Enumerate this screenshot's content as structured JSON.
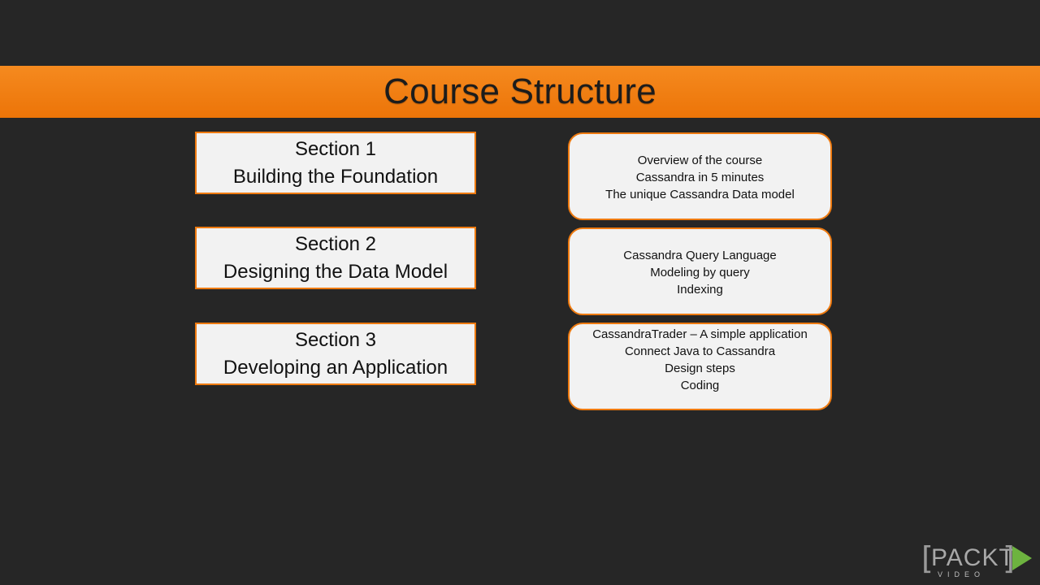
{
  "slide": {
    "title": "Course Structure",
    "sections": [
      {
        "number": "Section 1",
        "name": "Building the Foundation"
      },
      {
        "number": "Section 2",
        "name": "Designing the Data Model"
      },
      {
        "number": "Section 3",
        "name": "Developing an Application"
      }
    ],
    "topics": [
      [
        "Overview of the course",
        "Cassandra in 5 minutes",
        "The unique Cassandra Data model"
      ],
      [
        "Cassandra Query Language",
        "Modeling by query",
        "Indexing"
      ],
      [
        "CassandraTrader – A simple application",
        "Connect Java to Cassandra",
        "Design steps",
        "Coding"
      ]
    ]
  },
  "logo": {
    "open_bracket": "[",
    "word": "PACKT",
    "close_bracket": "]",
    "subtitle": "VIDEO",
    "icon": "play-triangle-icon"
  },
  "colors": {
    "background": "#262626",
    "accent": "#ee7a10",
    "box_fill": "#f2f2f2",
    "logo_green": "#6db33f"
  }
}
